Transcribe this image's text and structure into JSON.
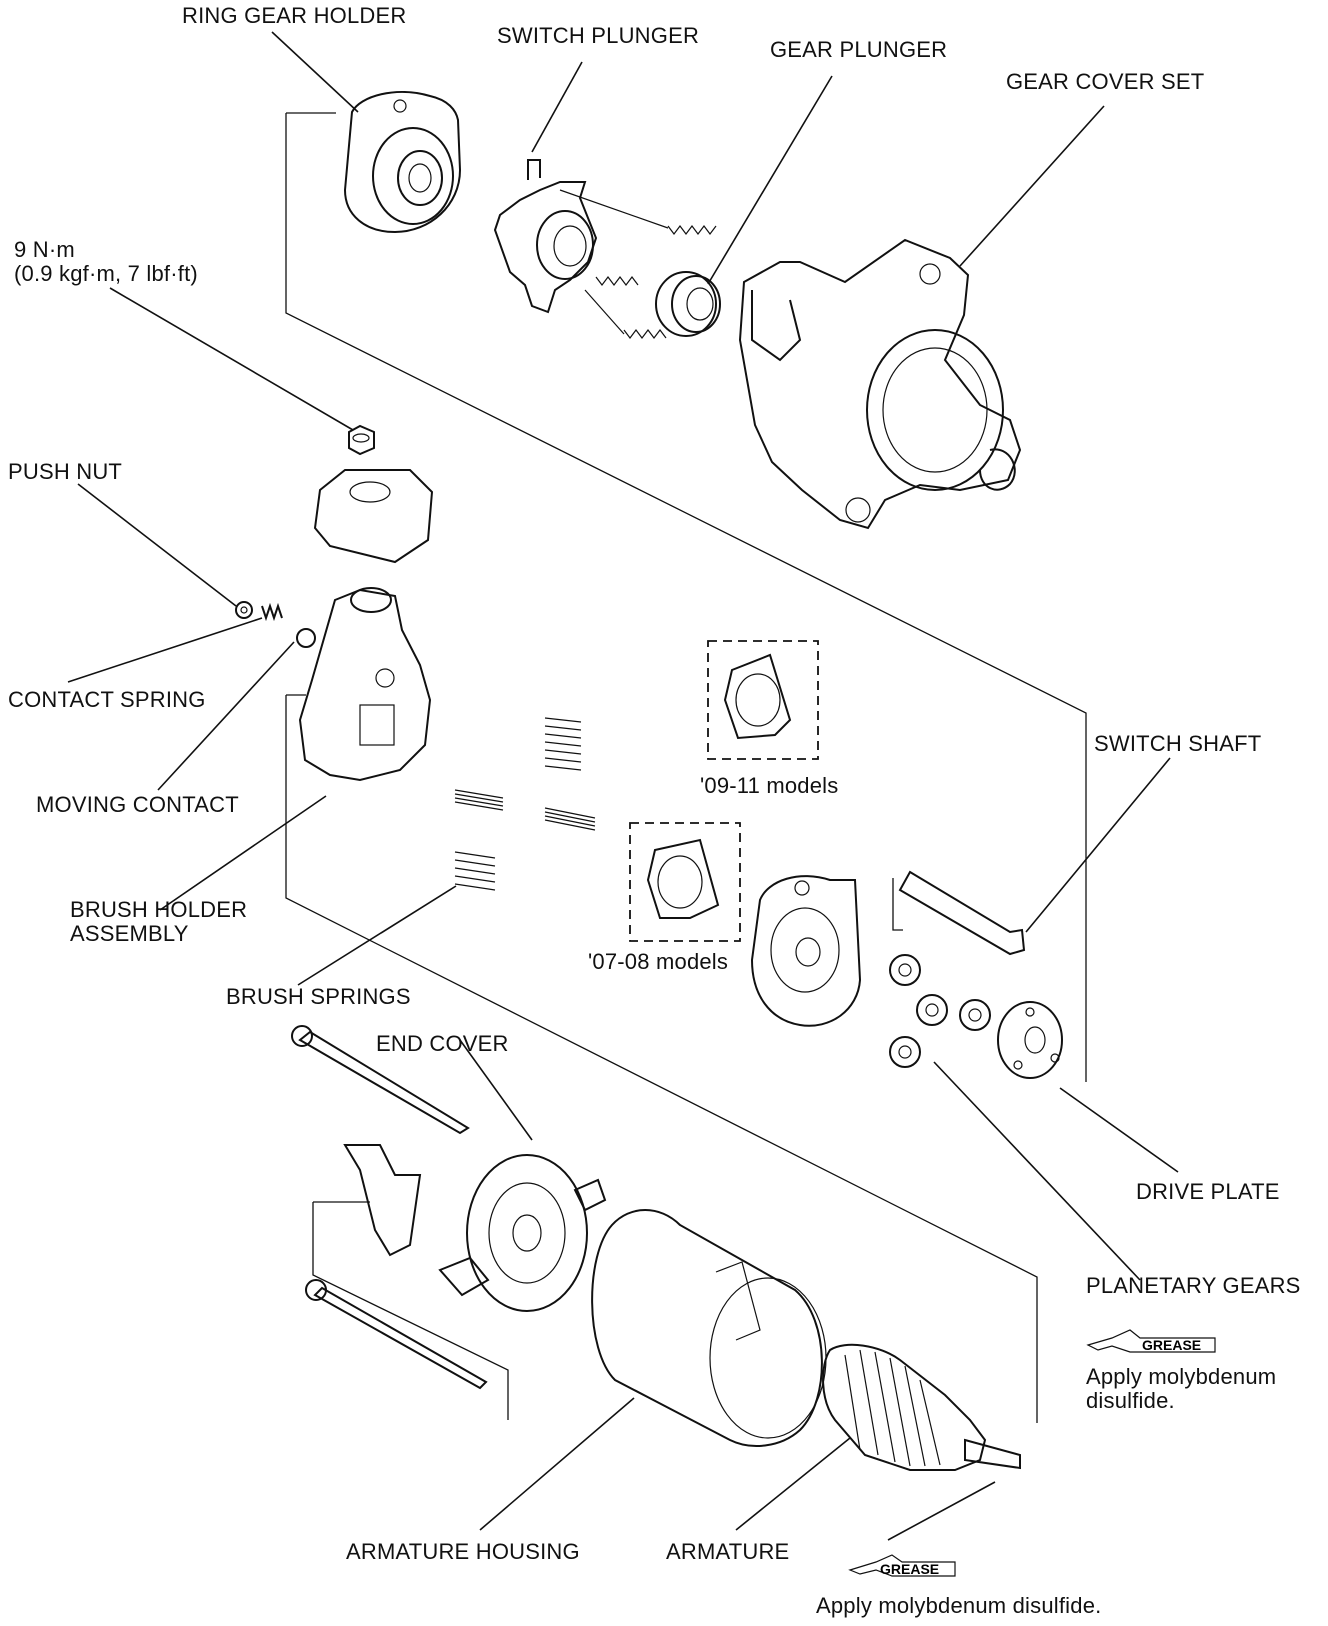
{
  "labels": {
    "ring_gear_holder": "RING GEAR HOLDER",
    "switch_plunger": "SWITCH PLUNGER",
    "gear_plunger": "GEAR PLUNGER",
    "gear_cover_set": "GEAR COVER SET",
    "torque_line1": "9 N·m",
    "torque_line2": "(0.9 kgf·m, 7 lbf·ft)",
    "push_nut": "PUSH NUT",
    "contact_spring": "CONTACT SPRING",
    "moving_contact": "MOVING CONTACT",
    "brush_holder_assembly": "BRUSH HOLDER\nASSEMBLY",
    "brush_springs": "BRUSH SPRINGS",
    "models_09_11": "'09-11 models",
    "models_07_08": "'07-08 models",
    "switch_shaft": "SWITCH SHAFT",
    "drive_plate": "DRIVE PLATE",
    "planetary_gears": "PLANETARY GEARS",
    "apply_moly_1": "Apply molybdenum\ndisulfide.",
    "end_cover": "END COVER",
    "armature_housing": "ARMATURE HOUSING",
    "armature": "ARMATURE",
    "apply_moly_2": "Apply molybdenum disulfide."
  },
  "grease_icon_text": "GREASE",
  "colors": {
    "ink": "#111111",
    "paper": "#ffffff"
  },
  "icons": [
    "torque-bolt-icon",
    "grease-gun-icon"
  ]
}
